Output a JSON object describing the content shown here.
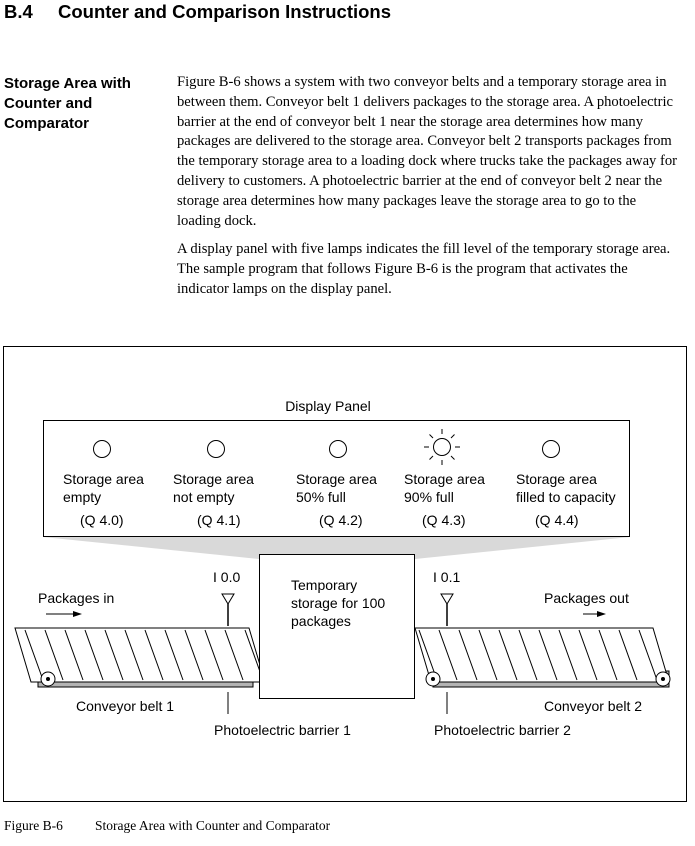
{
  "section": {
    "number": "B.4",
    "title": "Counter and Comparison Instructions"
  },
  "side_heading": [
    "Storage Area with",
    "Counter and",
    "Comparator"
  ],
  "paragraphs": [
    "Figure B-6 shows a system with two conveyor belts and a temporary storage area in between them. Conveyor belt 1 delivers packages to the storage area. A photoelectric barrier at the end of conveyor belt 1 near the storage area determines how many packages are delivered to the storage area. Conveyor belt 2 transports packages from the temporary storage area to a loading dock where trucks take the packages away for delivery to customers. A photoelectric barrier at the end of conveyor belt 2 near the storage area determines how many packages leave the storage area to go to the loading dock.",
    "A display panel with five lamps indicates the fill level of the temporary storage area. The sample program that follows Figure B-6 is the program that activates the indicator lamps on the display panel."
  ],
  "figure": {
    "panel_title": "Display Panel",
    "lamps": [
      {
        "line1": "Storage area",
        "line2": "empty",
        "address": "(Q 4.0)",
        "lit": false
      },
      {
        "line1": "Storage area",
        "line2": "not empty",
        "address": "(Q 4.1)",
        "lit": false
      },
      {
        "line1": "Storage area",
        "line2": "50% full",
        "address": "(Q 4.2)",
        "lit": false
      },
      {
        "line1": "Storage area",
        "line2": "90% full",
        "address": "(Q 4.3)",
        "lit": true
      },
      {
        "line1": "Storage area",
        "line2": "filled to capacity",
        "address": "(Q 4.4)",
        "lit": false
      }
    ],
    "storage_text": [
      "Temporary",
      "storage for 100",
      "packages"
    ],
    "input_1": "I 0.0",
    "input_2": "I 0.1",
    "packages_in": "Packages in",
    "packages_out": "Packages out",
    "belt_1": "Conveyor belt 1",
    "belt_2": "Conveyor belt 2",
    "barrier_1": "Photoelectric barrier 1",
    "barrier_2": "Photoelectric barrier 2"
  },
  "caption": {
    "number": "Figure B-6",
    "title": "Storage Area with Counter and Comparator"
  }
}
